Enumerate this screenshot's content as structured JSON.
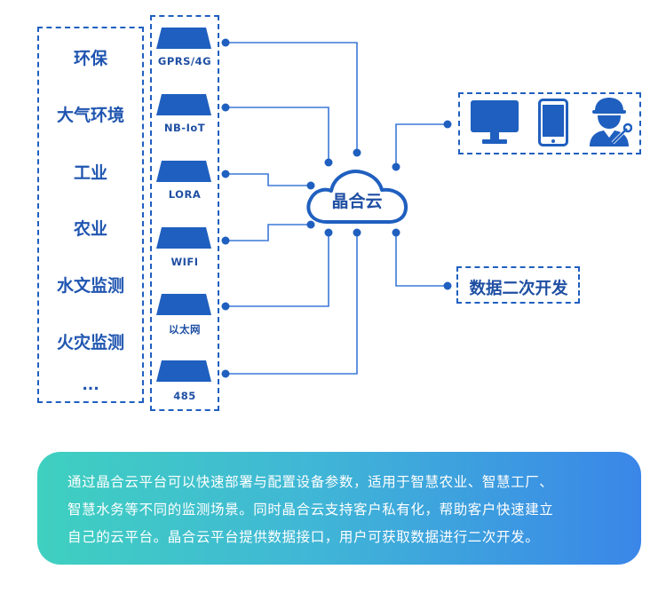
{
  "industries": [
    "环保",
    "大气环境",
    "工业",
    "农业",
    "水文监测",
    "火灾监测",
    "..."
  ],
  "modules": [
    "GPRS/4G",
    "NB-IoT",
    "LORA",
    "WIFI",
    "以太网",
    "485"
  ],
  "cloud": {
    "label": "晶合云"
  },
  "terminals": [
    "monitor-icon",
    "phone-icon",
    "engineer-icon"
  ],
  "secondary_dev": {
    "label": "数据二次开发"
  },
  "description": {
    "line1": "通过晶合云平台可以快速部署与配置设备参数，适用于智慧农业、智慧工厂、",
    "line2": "智慧水务等不同的监测场景。同时晶合云支持客户私有化，帮助客户快速建立",
    "line3": "自己的云平台。晶合云平台提供数据接口，用户可获取数据进行二次开发。"
  },
  "colors": {
    "primary": "#1f5fbf",
    "wire": "#3b78d8",
    "banner_start": "#3fd0c0",
    "banner_end": "#3a86e8"
  }
}
